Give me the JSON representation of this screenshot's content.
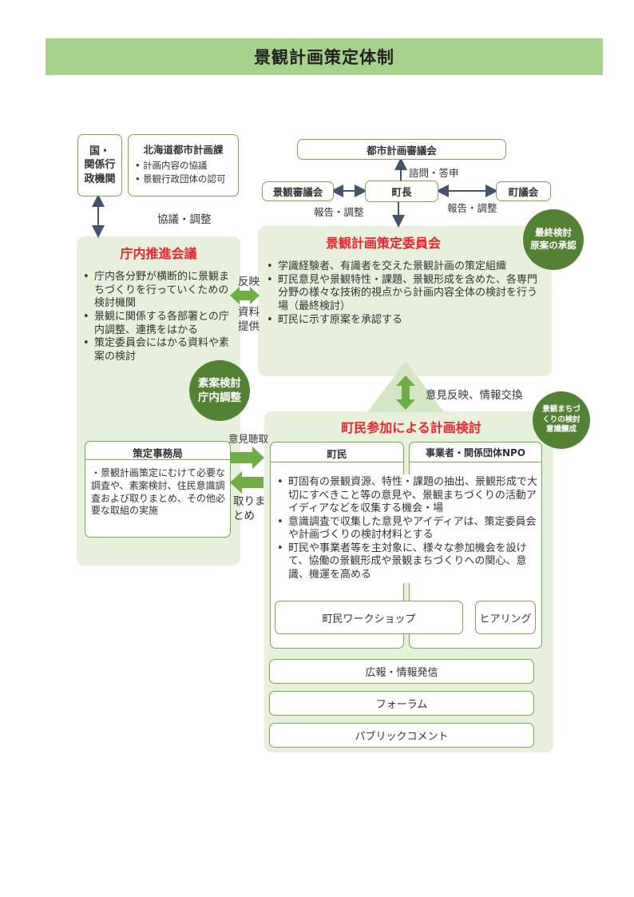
{
  "title": "景観計画策定体制",
  "top": {
    "kuni": "国・\n関係行\n政機関",
    "hokkaido_title": "北海道都市計画課",
    "hokkaido_items": [
      "計画内容の協議",
      "景観行政団体の認可"
    ],
    "toshi": "都市計画審議会",
    "keikan_shingikai": "景観審議会",
    "chocho": "町長",
    "chogikai": "町議会",
    "label_shimon": "諮問・答申",
    "label_hokoku_left": "報告・調整",
    "label_hokoku_right": "報告・調整",
    "label_kyogi": "協議・調整"
  },
  "committee": {
    "title": "景観計画策定委員会",
    "badge": "最終検討\n原案の承認",
    "items": [
      "学識経験者、有識者を交えた景観計画の策定組織",
      "町民意見や景観特性・課題、景観形成を含めた、各専門分野の様々な技術的視点から計画内容全体の検討を行う場（最終検討）",
      "町民に示す原案を承認する"
    ]
  },
  "internal": {
    "title": "庁内推進会議",
    "items": [
      "庁内各分野が横断的に景観まちづくりを行っていくための検討機関",
      "景観に関係する各部署との庁内調整、連携をはかる",
      "策定委員会にはかる資料や素案の検討"
    ],
    "badge": "素案検討\n庁内調整",
    "label_hanei": "反映",
    "label_shiryo": "資料\n提供"
  },
  "secretariat": {
    "title": "策定事務局",
    "text": "・景観計画策定にむけて必要な調査や、素案検討、住民意識調査および取りまとめ、その他必要な取組の実施",
    "label_iken": "意見聴取",
    "label_torimatome": "取りま\nとめ"
  },
  "participation": {
    "title": "町民参加による計画検討",
    "badge": "景観まちづ\nくりの検討\n意識醸成",
    "label_exchange": "意見反映、情報交換",
    "tab_chomin": "町民",
    "tab_jigyosha": "事業者・関係団体NPO",
    "items": [
      "町固有の景観資源、特性・課題の抽出、景観形成で大切にすべきこと等の意見や、景観まちづくりの活動アイディアなどを収集する機会・場",
      "意識調査で収集した意見やアイディアは、策定委員会や計画づくりの検討材料とする",
      "町民や事業者等を主対象に、様々な参加機会を設けて、協働の景観形成や景観まちづくりへの関心、意識、機運を高める"
    ],
    "workshop": "町民ワークショップ",
    "hearing": "ヒアリング",
    "koho": "広報・情報発信",
    "forum": "フォーラム",
    "public_comment": "パブリックコメント"
  },
  "colors": {
    "banner": "#a9d18e",
    "panel": "#e6f0dc",
    "border": "#76a84f",
    "arrow_green": "#70ad47",
    "badge": "#548235",
    "title_red": "#e8262b",
    "line_dark": "#44546a"
  }
}
